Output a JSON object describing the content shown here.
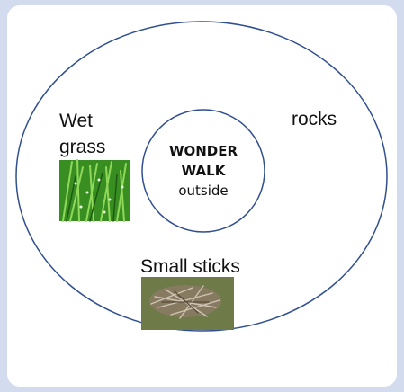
{
  "center": {
    "line1": "WONDER",
    "line2": "WALK",
    "line3": "outside"
  },
  "items": {
    "wet_grass_line1": "Wet",
    "wet_grass_line2": "grass",
    "rocks": "rocks",
    "small_sticks": "Small sticks"
  },
  "colors": {
    "circle_stroke": "#2f4f8f",
    "frame_background": "#d3dcef"
  },
  "images": {
    "grass": "wet grass photo",
    "sticks": "small sticks photo"
  }
}
